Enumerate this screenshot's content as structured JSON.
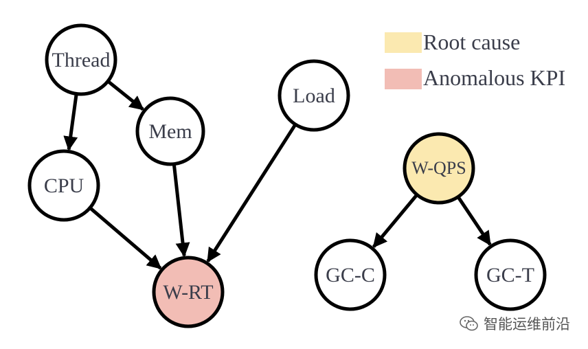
{
  "nodes": {
    "thread": {
      "label": "Thread"
    },
    "mem": {
      "label": "Mem"
    },
    "load": {
      "label": "Load"
    },
    "cpu": {
      "label": "CPU"
    },
    "wrt": {
      "label": "W-RT",
      "fill": "#f2bdb5"
    },
    "wqps": {
      "label": "W-QPS",
      "fill": "#fbe9b0"
    },
    "gcc": {
      "label": "GC-C"
    },
    "gct": {
      "label": "GC-T"
    }
  },
  "edges": [
    {
      "from": "thread",
      "to": "cpu"
    },
    {
      "from": "thread",
      "to": "mem"
    },
    {
      "from": "cpu",
      "to": "wrt"
    },
    {
      "from": "mem",
      "to": "wrt"
    },
    {
      "from": "load",
      "to": "wrt"
    },
    {
      "from": "wqps",
      "to": "gcc"
    },
    {
      "from": "wqps",
      "to": "gct"
    }
  ],
  "legend": {
    "root_cause": {
      "label": "Root cause",
      "color": "#fbe9b0"
    },
    "anomalous_kpi": {
      "label": "Anomalous KPI",
      "color": "#f2bdb5"
    }
  },
  "watermark": {
    "text": "智能运维前沿"
  }
}
